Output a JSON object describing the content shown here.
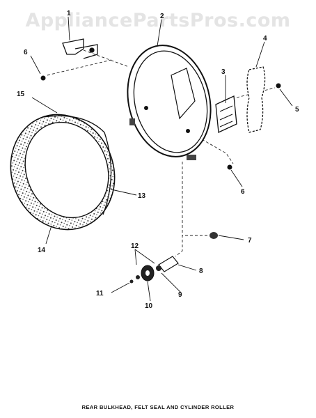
{
  "watermark": "AppliancePartsPros.com",
  "caption": "REAR BULKHEAD, FELT SEAL AND CYLINDER ROLLER",
  "callouts": [
    "1",
    "2",
    "3",
    "4",
    "5",
    "6",
    "6",
    "7",
    "8",
    "9",
    "10",
    "11",
    "12",
    "13",
    "14",
    "15"
  ]
}
